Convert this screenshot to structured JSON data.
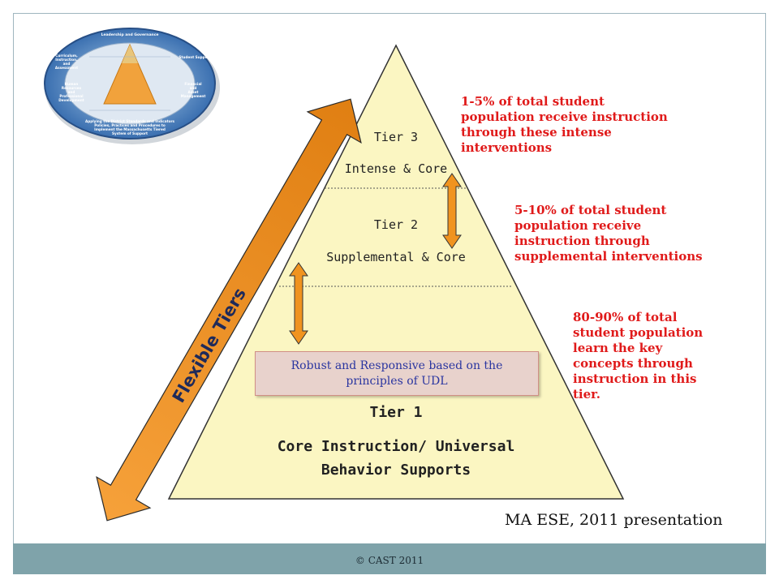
{
  "tiers": {
    "tier3": {
      "name": "Tier 3",
      "subtitle": "Intense & Core"
    },
    "tier2": {
      "name": "Tier 2",
      "subtitle": "Supplemental & Core"
    },
    "tier1": {
      "name": "Tier 1",
      "line1": "Core Instruction/ Universal",
      "line2": "Behavior Supports"
    }
  },
  "udl_box": {
    "line1": "Robust and Responsive based on the",
    "line2": "principles of UDL"
  },
  "flexible_label": "Flexible Tiers",
  "notes": {
    "tier3": [
      "1-5% of total student",
      "population receive instruction",
      "through these intense",
      "interventions"
    ],
    "tier2": [
      "5-10% of total student",
      "population receive",
      "instruction through",
      "supplemental interventions"
    ],
    "tier1": [
      "80-90% of total",
      "student population",
      "learn the key",
      "concepts through",
      "instruction in this",
      "tier."
    ]
  },
  "framework_logo": {
    "top": "Leadership and Governance",
    "left": [
      "Curriculum,",
      "Instruction,",
      "and",
      "Assessment"
    ],
    "left2": [
      "Human",
      "Resources",
      "and",
      "Professional",
      "Development"
    ],
    "right": [
      "Student Support"
    ],
    "right2": [
      "Financial",
      "and",
      "Asset",
      "Management"
    ],
    "bottom": [
      "Applying the District Standards and Indicators",
      "Policies, Practices and Procedures to",
      "Implement the Massachusetts Tiered",
      "System of Support"
    ]
  },
  "credit": "MA ESE, 2011 presentation",
  "footer": "© CAST 2011",
  "colors": {
    "pyramid": "#fbf6c2",
    "arrow": "#f0931f",
    "note_red": "#e01a1a",
    "footer_bar": "#7fa3aa"
  }
}
